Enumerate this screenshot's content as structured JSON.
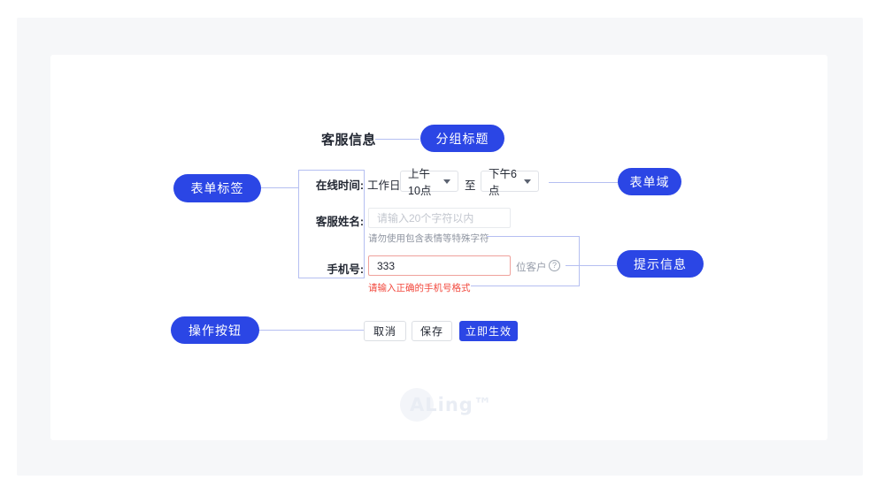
{
  "colors": {
    "accent": "#2b46e5",
    "connector": "#b5bff1",
    "error": "#f2493e"
  },
  "watermark": "ALing™",
  "annotations": {
    "group_title": "分组标题",
    "form_label": "表单标签",
    "form_field": "表单域",
    "hint_info": "提示信息",
    "action_buttons": "操作按钮"
  },
  "form": {
    "section_title": "客服信息",
    "online_time": {
      "label": "在线时间:",
      "prefix": "工作日",
      "start_value": "上午10点",
      "separator": "至",
      "end_value": "下午6点"
    },
    "agent_name": {
      "label": "客服姓名:",
      "placeholder": "请输入20个字符以内",
      "hint": "请勿使用包含表情等特殊字符"
    },
    "phone": {
      "label": "手机号:",
      "value": "333",
      "suffix": "位客户",
      "help": "?",
      "error": "请输入正确的手机号格式"
    },
    "actions": {
      "cancel": "取消",
      "save": "保存",
      "submit": "立即生效"
    }
  }
}
